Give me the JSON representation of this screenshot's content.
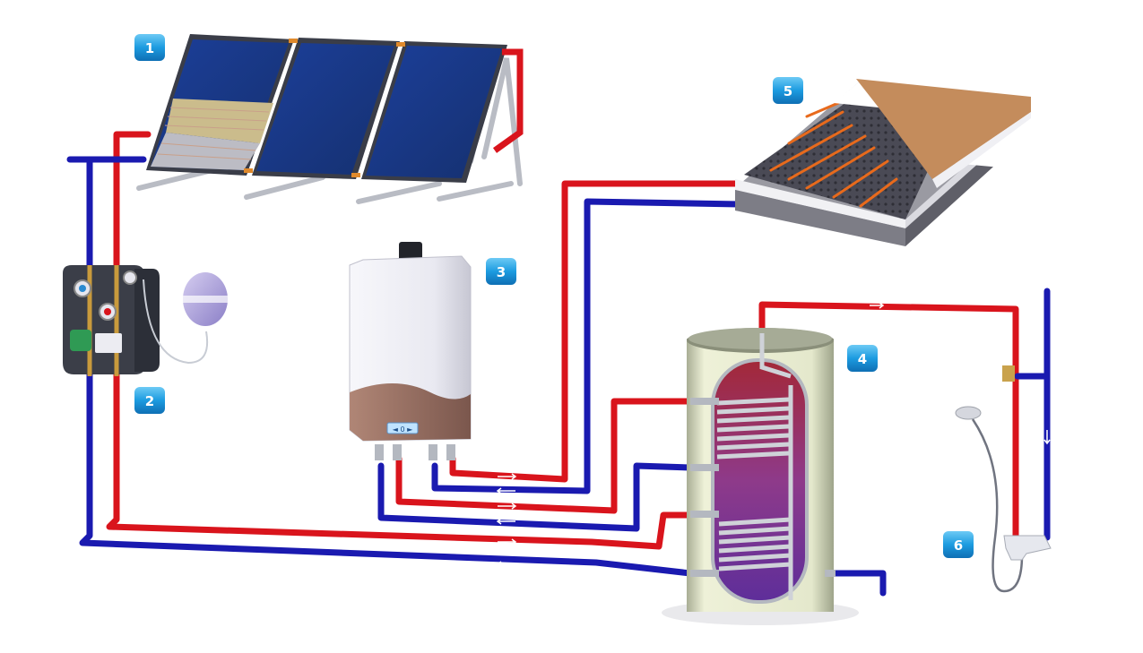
{
  "colors": {
    "hot_pipe": "#d9141c",
    "cold_pipe": "#1a1ab0",
    "badge": "#1c9be0",
    "panel_blue": "#1e3a8c",
    "tank_insulation": "#ecefd4",
    "floor_wood": "#c08a5a",
    "heating_coil": "#e86a1c"
  },
  "badges": [
    {
      "id": "solar-collectors",
      "label": "1"
    },
    {
      "id": "pump-station",
      "label": "2"
    },
    {
      "id": "boiler",
      "label": "3"
    },
    {
      "id": "storage-tank",
      "label": "4"
    },
    {
      "id": "floor-heating",
      "label": "5"
    },
    {
      "id": "shower",
      "label": "6"
    }
  ],
  "boiler_display": "◄ 0 ►"
}
